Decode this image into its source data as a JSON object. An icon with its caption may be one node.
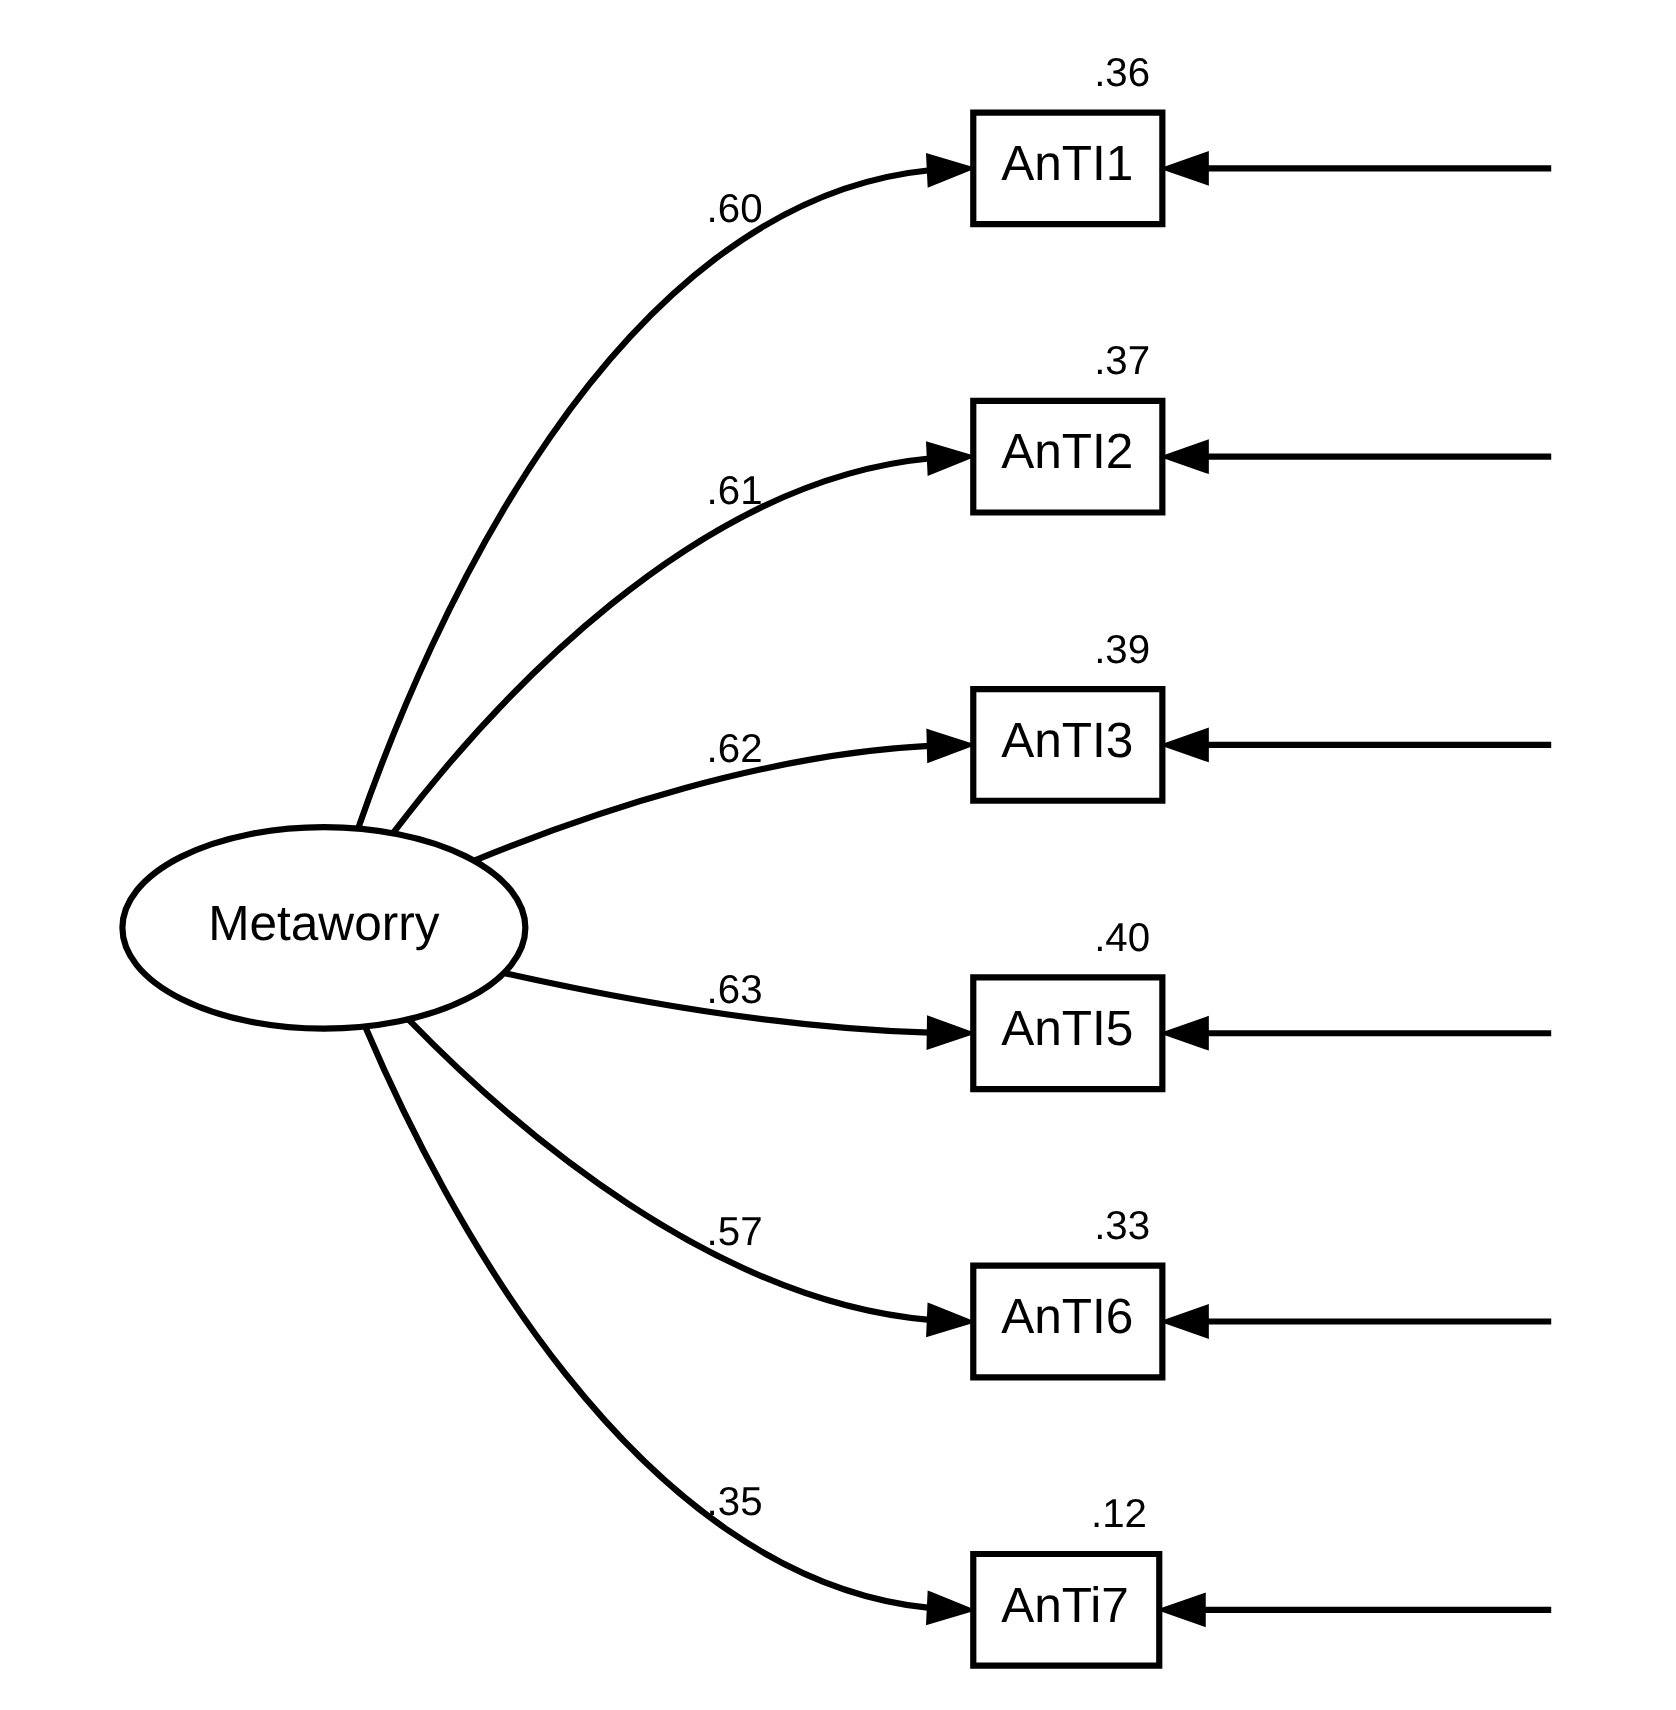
{
  "diagram": {
    "nodes": [
      {
        "text": [
          "Metaworry"
        ]
      },
      {
        "text": [
          "AnTI1"
        ],
        "beside": [
          ".36"
        ]
      },
      {
        "text": [
          "AnTI2"
        ],
        "beside": [
          ".37"
        ]
      },
      {
        "text": [
          "AnTI3"
        ],
        "beside": [
          ".39"
        ]
      },
      {
        "text": [
          "AnTI5"
        ],
        "beside": [
          ".40"
        ]
      },
      {
        "text": [
          "AnTI6"
        ],
        "beside": [
          ".33"
        ]
      },
      {
        "text": [
          "AnTi7"
        ],
        "beside": [
          ".12"
        ]
      }
    ],
    "edges": [
      {
        "from": 0,
        "to": 1,
        "arrow": "to",
        "label": ".60"
      },
      {
        "from": 0,
        "to": 2,
        "arrow": "to",
        "label": ".61"
      },
      {
        "from": 0,
        "to": 3,
        "arrow": "to",
        "label": ".62"
      },
      {
        "from": 0,
        "to": 4,
        "arrow": "to",
        "label": ".63"
      },
      {
        "from": 0,
        "to": 5,
        "arrow": "to",
        "label": ".57"
      },
      {
        "from": 0,
        "to": 6,
        "arrow": "to",
        "label": ".35"
      },
      {
        "from": null,
        "to": 1,
        "arrow": "to"
      },
      {
        "from": null,
        "to": 2,
        "arrow": "to"
      },
      {
        "from": null,
        "to": 3,
        "arrow": "to"
      },
      {
        "from": null,
        "to": 4,
        "arrow": "to"
      },
      {
        "from": null,
        "to": 5,
        "arrow": "to"
      },
      {
        "from": null,
        "to": 6,
        "arrow": "to"
      }
    ]
  }
}
